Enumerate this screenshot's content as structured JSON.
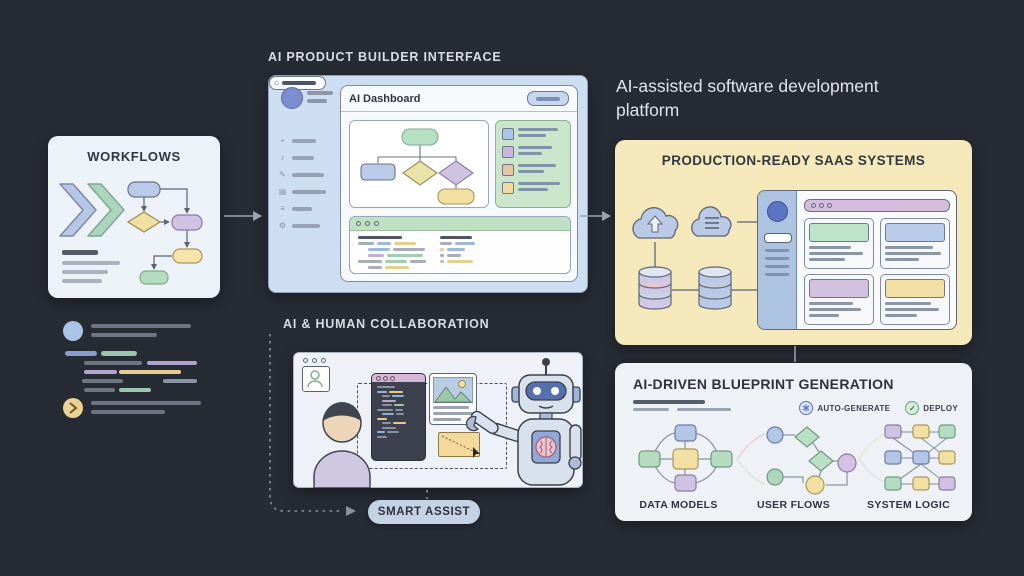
{
  "colors": {
    "background": "#272b33",
    "card_light": "#eef2f7",
    "card_blue": "#cddef2",
    "card_yellow": "#f5e8ba",
    "accent_green": "#bfe3c8",
    "accent_purple": "#d3c1e0",
    "accent_blue": "#b9cdea",
    "accent_yellow": "#f1dfa3"
  },
  "workflows": {
    "title": "WORKFLOWS"
  },
  "builder": {
    "section_label": "AI PRODUCT BUILDER INTERFACE",
    "window_title": "AI Dashboard",
    "sidebar_icons": [
      "home-icon",
      "box-icon",
      "music-icon",
      "pen-icon",
      "folder-icon",
      "list-icon",
      "gear-icon"
    ]
  },
  "platform": {
    "caption": "AI-assisted software development platform"
  },
  "saas": {
    "title": "PRODUCTION-READY SAAS SYSTEMS"
  },
  "collaboration": {
    "section_label": "AI & HUMAN COLLABORATION",
    "smart_assist": "SMART ASSIST"
  },
  "blueprint": {
    "title": "AI-DRIVEN BLUEPRINT GENERATION",
    "badges": [
      {
        "icon": "asterisk-circle-icon",
        "label": "AUTO-GENERATE"
      },
      {
        "icon": "check-circle-icon",
        "label": "DEPLOY"
      }
    ],
    "columns": [
      {
        "label": "DATA MODELS"
      },
      {
        "label": "USER FLOWS"
      },
      {
        "label": "SYSTEM LOGIC"
      }
    ]
  }
}
